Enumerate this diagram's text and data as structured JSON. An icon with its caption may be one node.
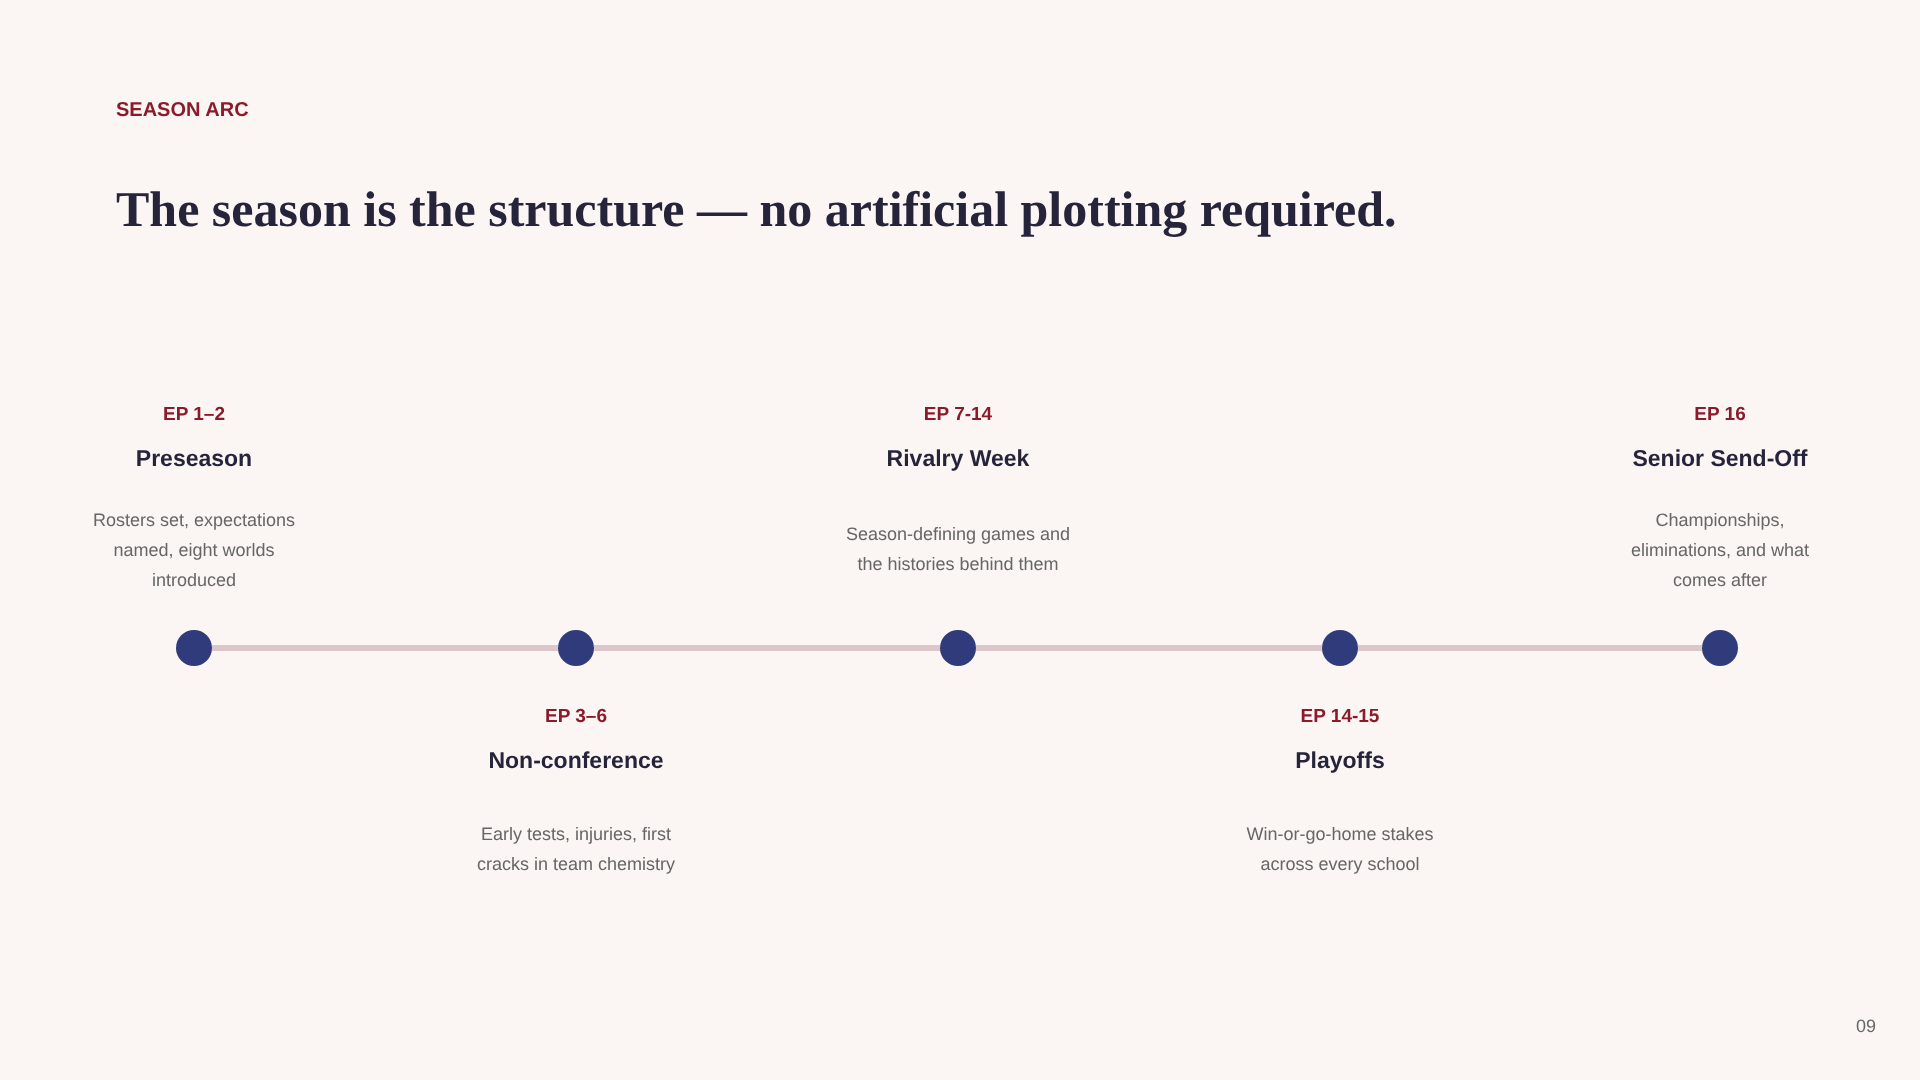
{
  "diagram": {
    "title": "The season is the structure — no artificial plotting required.",
    "nodes": [
      {
        "text": [],
        "shape": "circle",
        "beside": [
          "EP 1–2",
          "Preseason",
          "Rosters set, expectations named, eight worlds introduced"
        ]
      },
      {
        "text": [],
        "shape": "circle",
        "beside": [
          "EP 3–6",
          "Non-conference",
          "Early tests, injuries, first cracks in team chemistry"
        ]
      },
      {
        "text": [],
        "shape": "circle",
        "beside": [
          "EP 7-14",
          "Rivalry Week",
          "Season-defining games and the histories behind them"
        ]
      },
      {
        "text": [],
        "shape": "circle",
        "beside": [
          "EP 14-15",
          "Playoffs",
          "Win-or-go-home stakes across every school"
        ]
      },
      {
        "text": [],
        "shape": "circle",
        "beside": [
          "EP 16",
          "Senior Send-Off",
          "Championships, eliminations, and what comes after"
        ]
      }
    ],
    "edges": [
      {
        "from": 0,
        "to": 1,
        "arrow": "none"
      },
      {
        "from": 1,
        "to": 2,
        "arrow": "none"
      },
      {
        "from": 2,
        "to": 3,
        "arrow": "none"
      },
      {
        "from": 3,
        "to": 4,
        "arrow": "none"
      }
    ],
    "labels": [
      "SEASON ARC",
      "09"
    ]
  }
}
